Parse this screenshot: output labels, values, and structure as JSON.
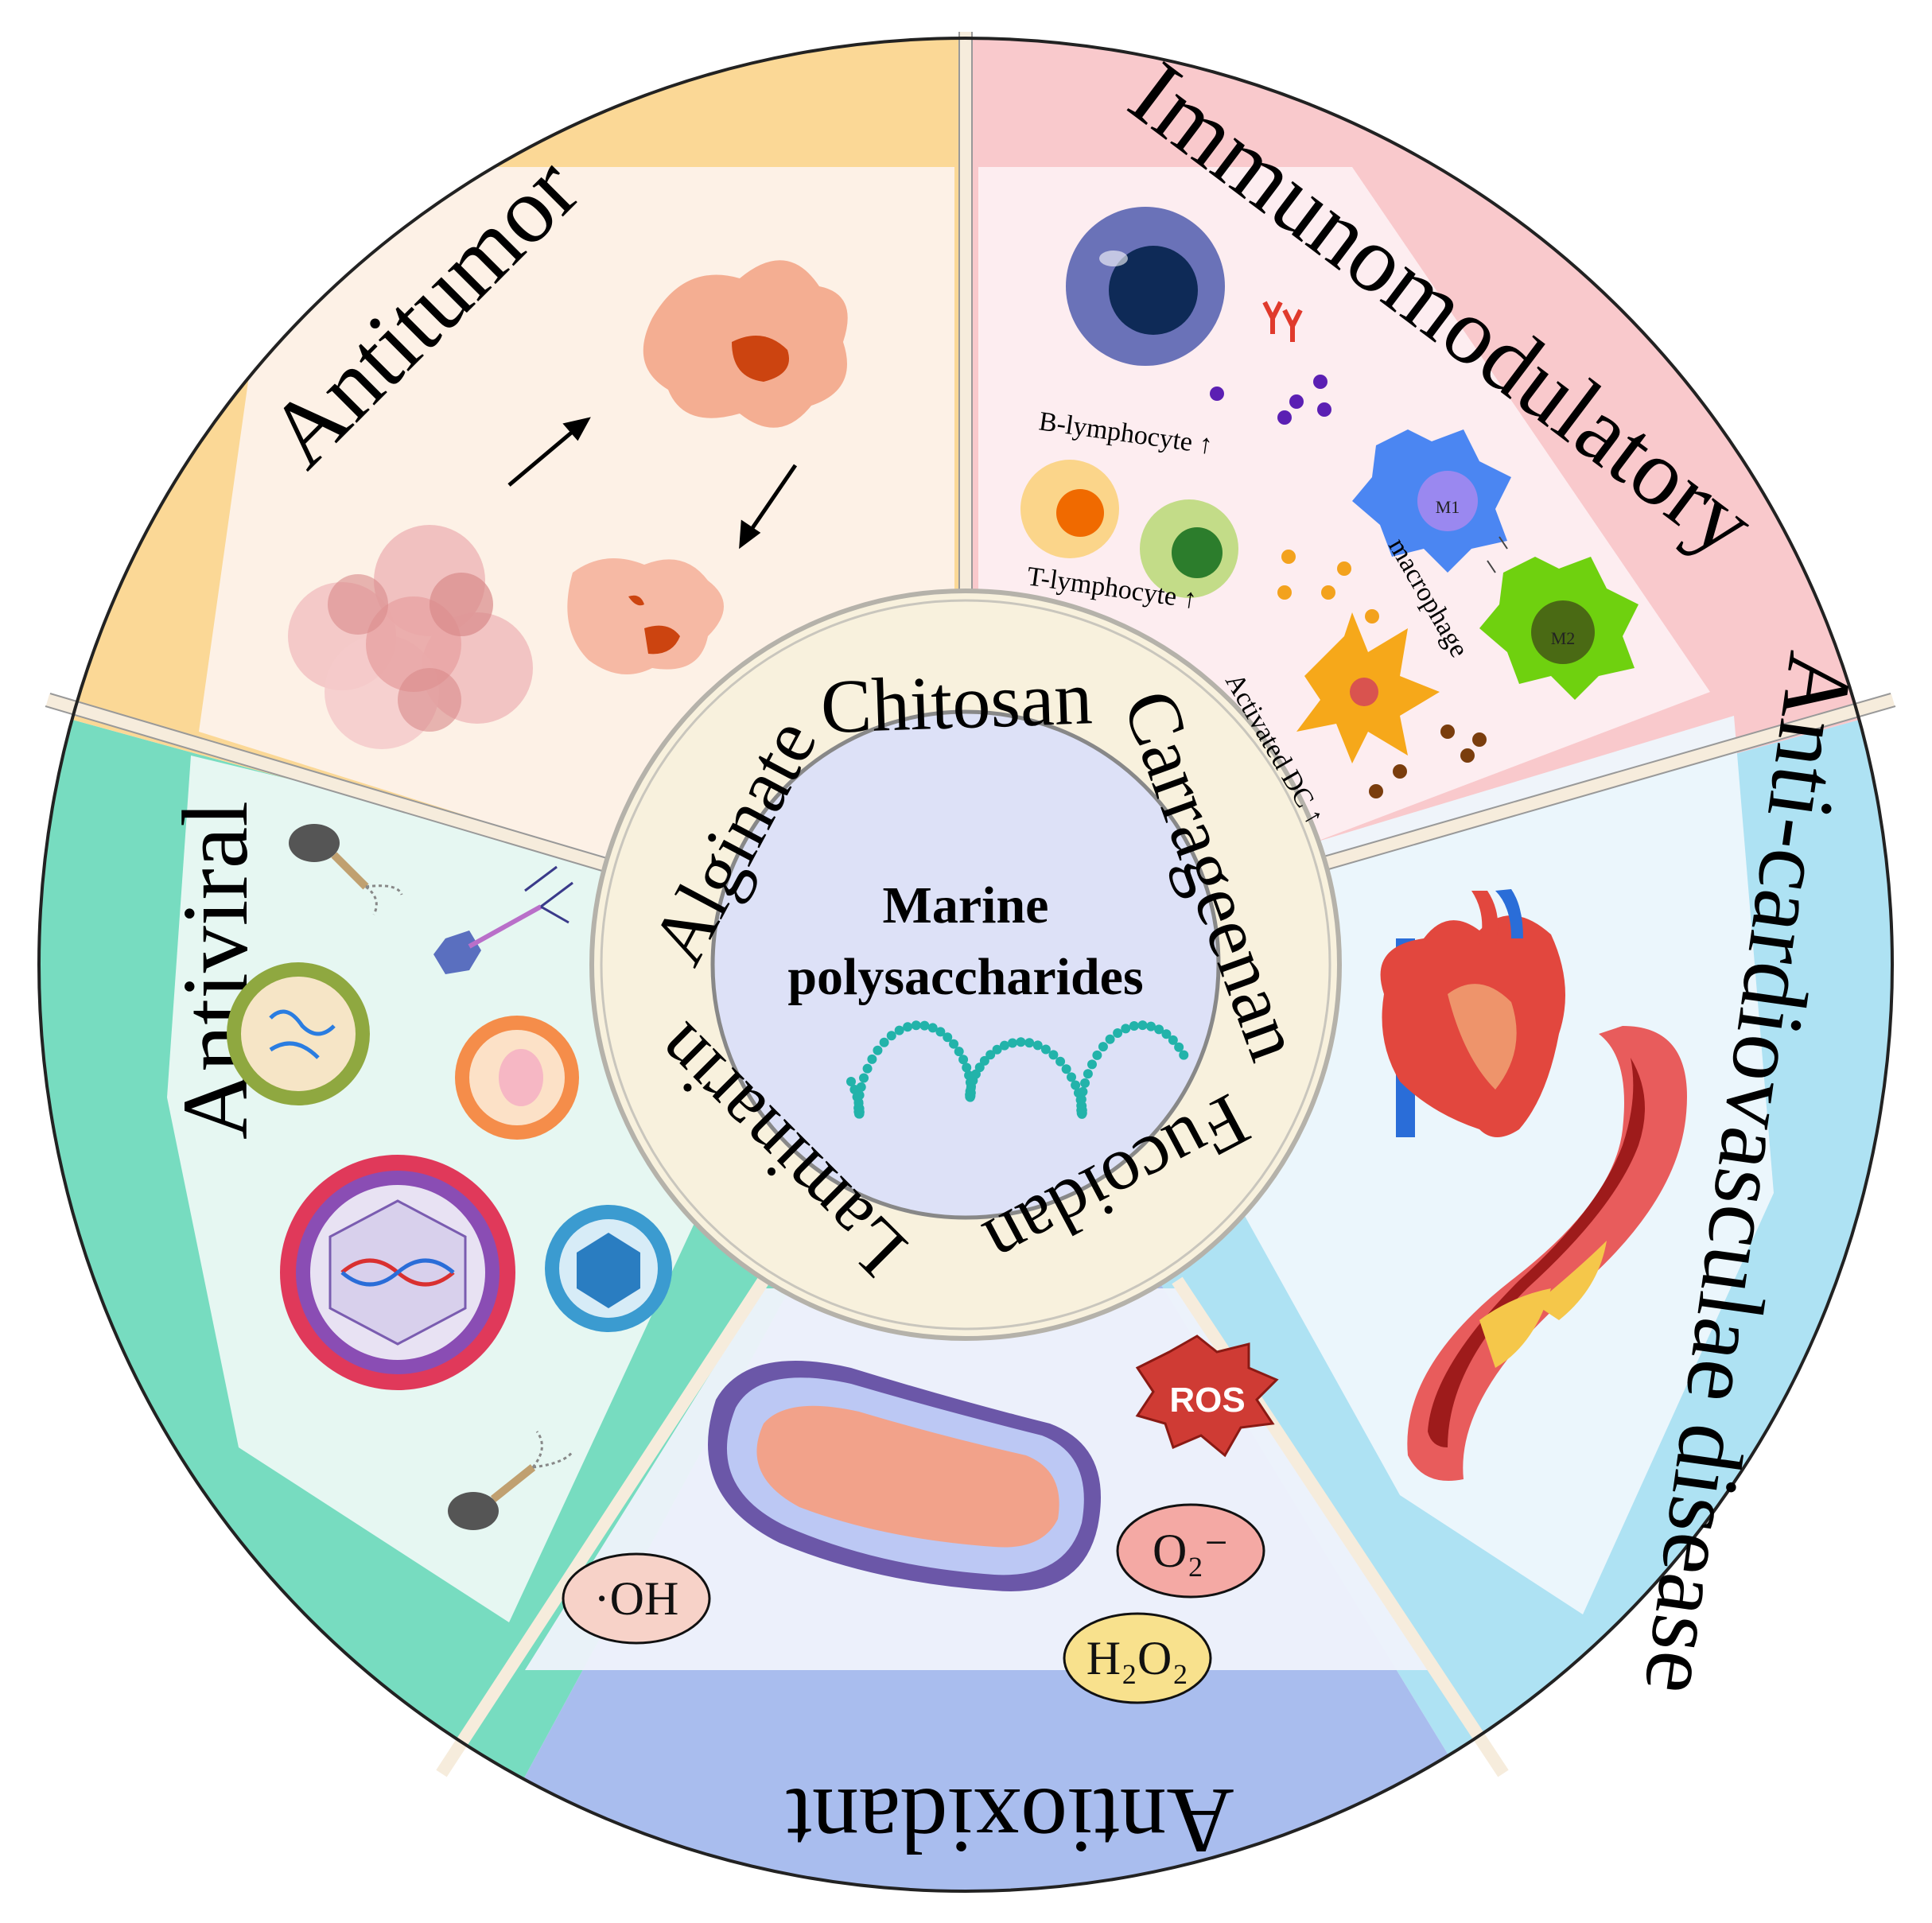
{
  "center": {
    "line1": "Marine",
    "line2": "polysaccharides"
  },
  "ring": [
    "Chitosan",
    "Carrageenan",
    "Fucoidan",
    "Laminarin",
    "Alginate"
  ],
  "sectors": {
    "immunomodulatory": "Immunomodulatory",
    "cardio": "Anti-cardiovasculae disease",
    "antioxidant": "Antioxidant",
    "antiviral": "Antiviral",
    "antitumor": "Antitumor"
  },
  "immune_labels": {
    "b_lymphocyte": "B-lymphocyte ↑",
    "t_lymphocyte": "T-lymphocyte ↑",
    "macrophage": "macrophage",
    "activated_dc": "Activated DC ↑",
    "m1": "M1",
    "m2": "M2"
  },
  "antioxidant_labels": {
    "ros": "ROS",
    "o2": "O₂⁻",
    "h2o2": "H₂O₂",
    "oh": "·OH"
  },
  "colors": {
    "immunomodulatory": "#f9c9cc",
    "cardio": "#aee2f3",
    "antioxidant": "#a9bdee",
    "antiviral": "#77dcc0",
    "antitumor": "#fbd896",
    "ring": "#f8f1dd",
    "center": "#dde1f7",
    "polymer": "#22b3aa"
  }
}
